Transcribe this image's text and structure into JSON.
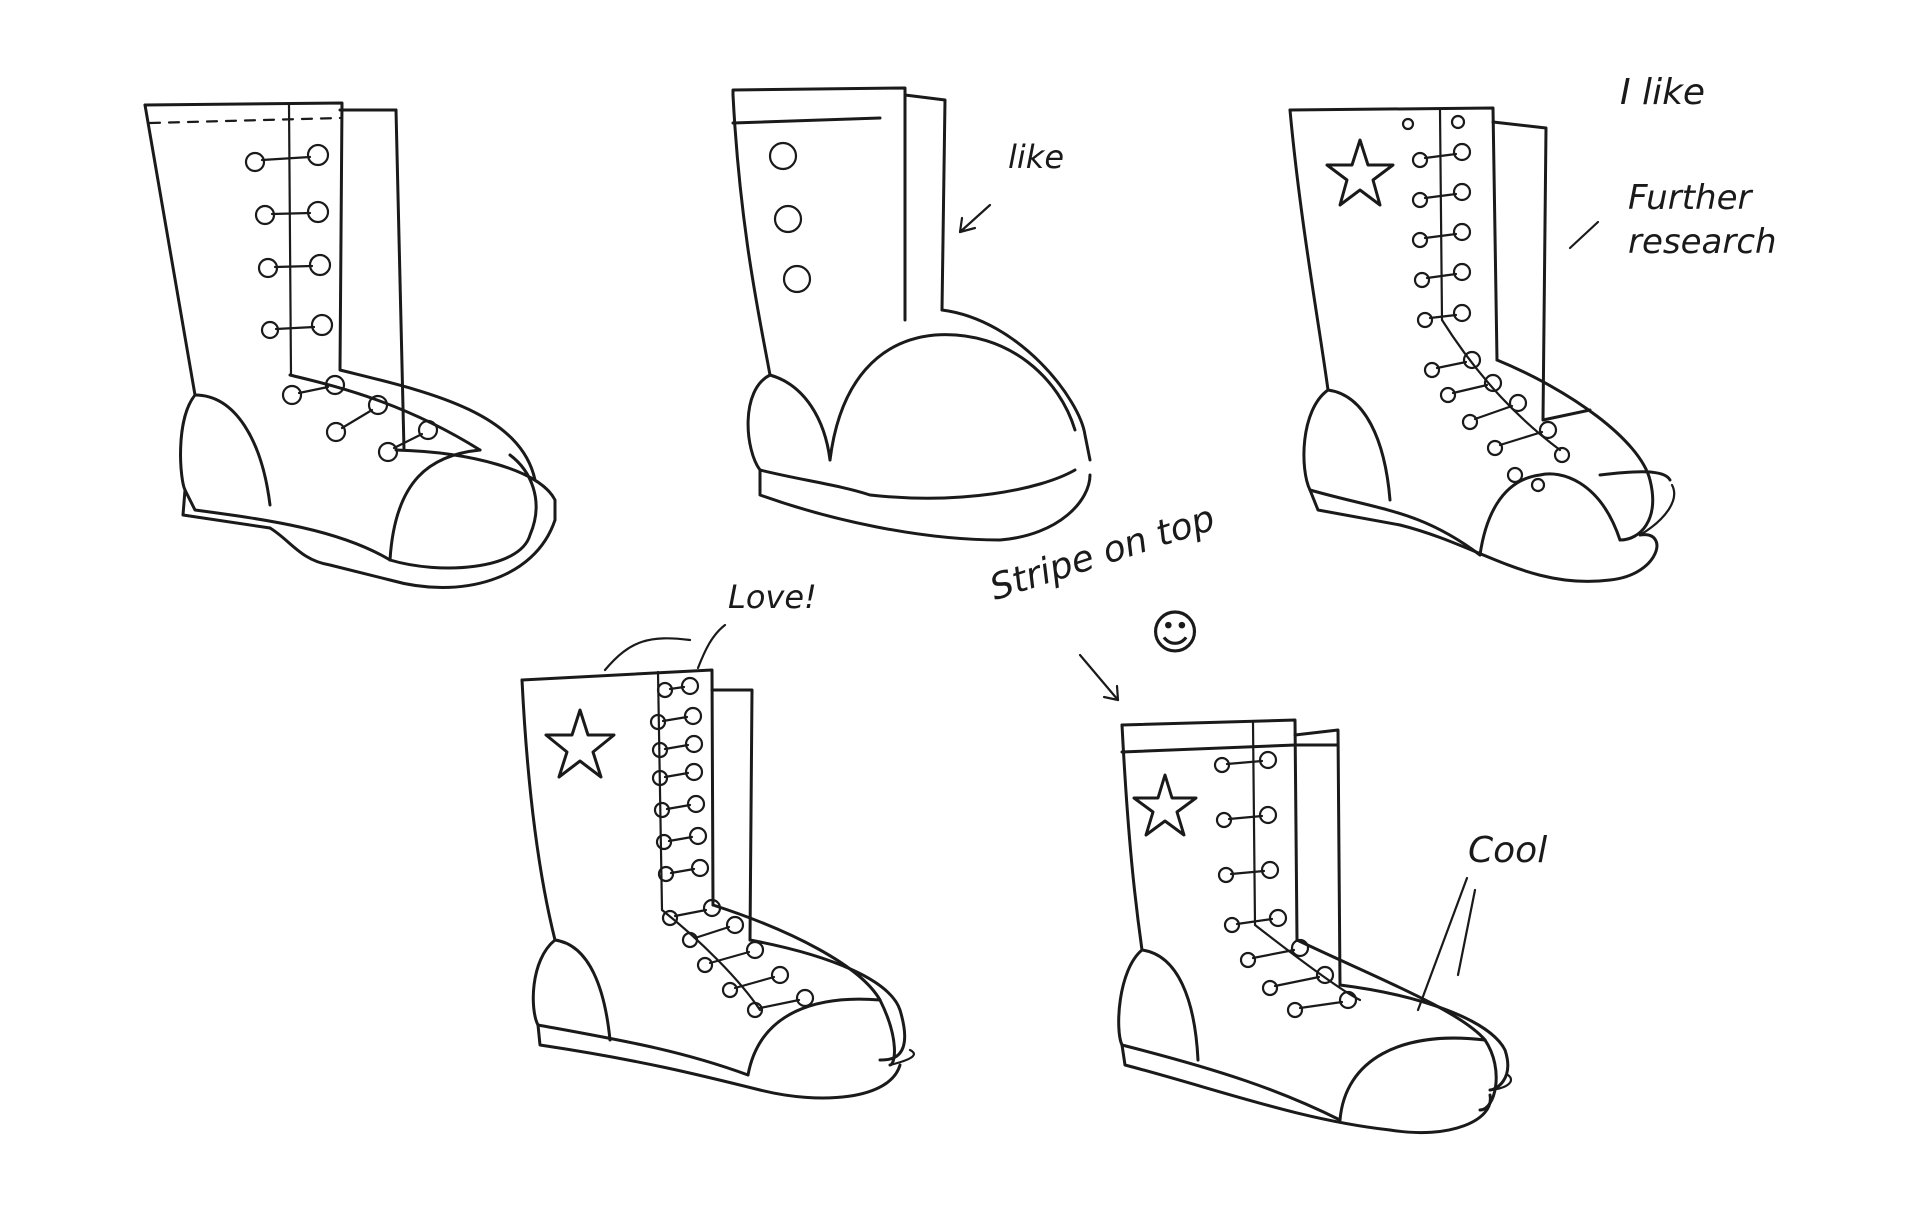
{
  "notes": {
    "boot2": "like",
    "boot3_top": "I like",
    "boot3_line1": "Further",
    "boot3_line2": "research",
    "boot4": "Love!",
    "boot5_stripe": "Stripe on top",
    "boot5_smile": "☺",
    "boot5_cool": "Cool"
  }
}
